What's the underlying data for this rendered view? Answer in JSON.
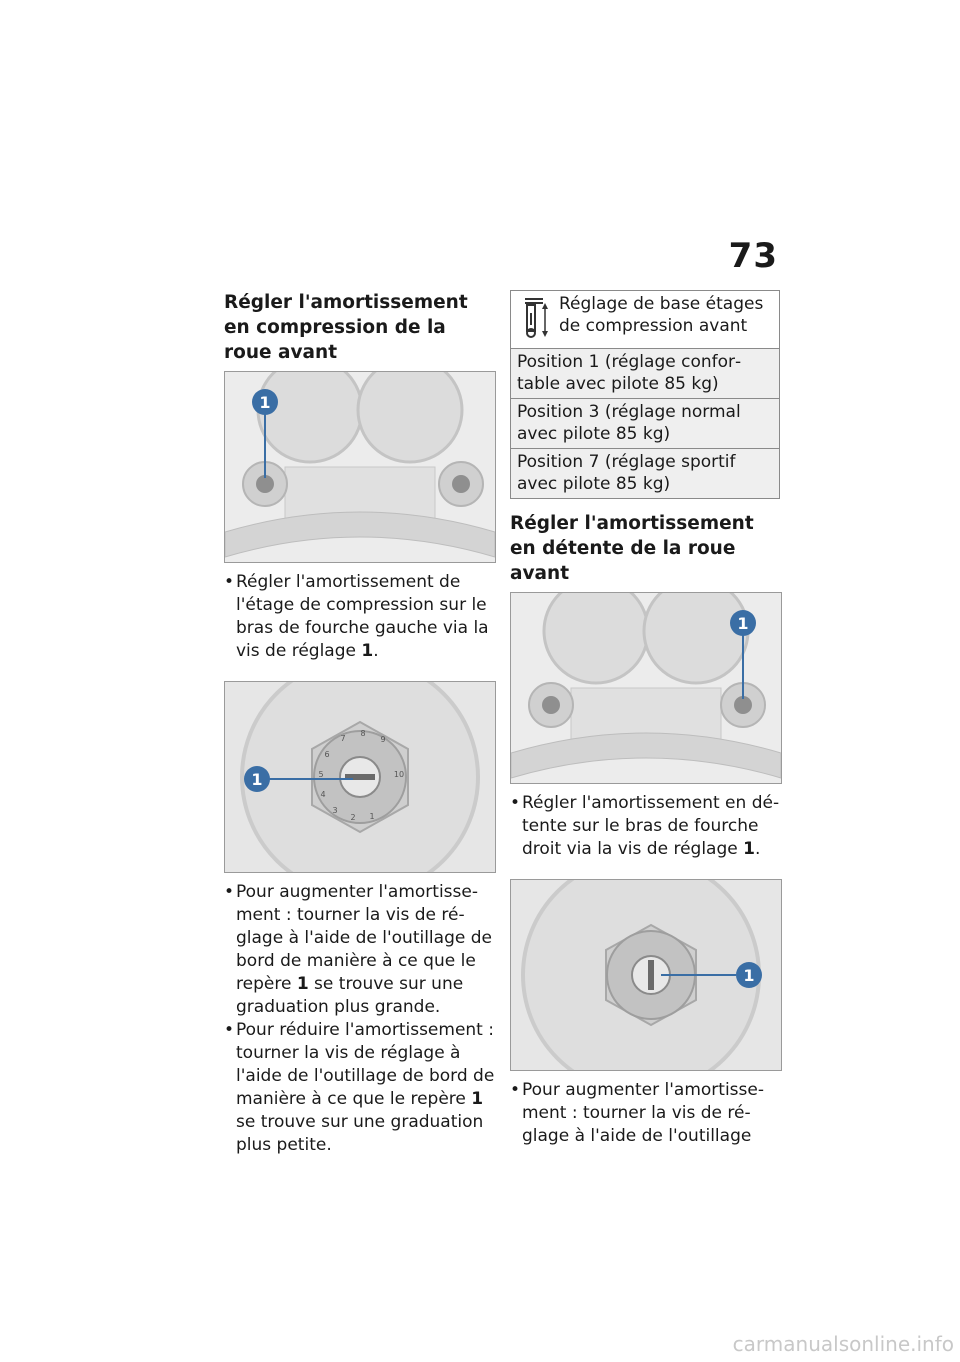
{
  "page": {
    "number": "73"
  },
  "left": {
    "heading": "Régler l'amortissement en compression de la roue avant",
    "figure1": {
      "callout": "1"
    },
    "bullet1": {
      "text": "Régler l'amortissement de l'étage de compression sur le bras de fourche gauche via la vis de réglage ",
      "ref": "1",
      "after": "."
    },
    "figure2": {
      "callout": "1",
      "scale": [
        "1",
        "2",
        "3",
        "4",
        "5",
        "6",
        "7",
        "8",
        "9",
        "10"
      ]
    },
    "bullet2": {
      "text": "Pour augmenter l'amortisse­ment : tourner la vis de ré­glage à l'aide de l'outillage de bord de manière à ce que le repère ",
      "ref": "1",
      "after": " se trouve sur une graduation plus grande."
    },
    "bullet3": {
      "text": "Pour réduire l'amortissement : tourner la vis de réglage à l'aide de l'outillage de bord de manière à ce que le repère ",
      "ref": "1",
      "after": " se trouve sur une graduation plus petite."
    }
  },
  "right": {
    "table": {
      "icon": "fork-adjust-icon",
      "header": "Réglage de base étages de compression avant",
      "rows": [
        "Position 1 (réglage confor­table avec pilote 85 kg)",
        "Position 3 (réglage normal avec pilote 85 kg)",
        "Position 7 (réglage sportif avec pilote 85 kg)"
      ]
    },
    "heading": "Régler l'amortissement en détente de la roue avant",
    "figure3": {
      "callout": "1"
    },
    "bullet1": {
      "text": "Régler l'amortissement en dé­tente sur le bras de fourche droit via la vis de réglage ",
      "ref": "1",
      "after": "."
    },
    "figure4": {
      "callout": "1"
    },
    "bullet2": {
      "text": "Pour augmenter l'amortisse­ment : tourner la vis de ré­glage à l'aide de l'outillage",
      "ref": "",
      "after": ""
    }
  },
  "watermark": "carmanualsonline.info",
  "colors": {
    "callout": "#3a6ea5",
    "text": "#1a1a1a"
  }
}
